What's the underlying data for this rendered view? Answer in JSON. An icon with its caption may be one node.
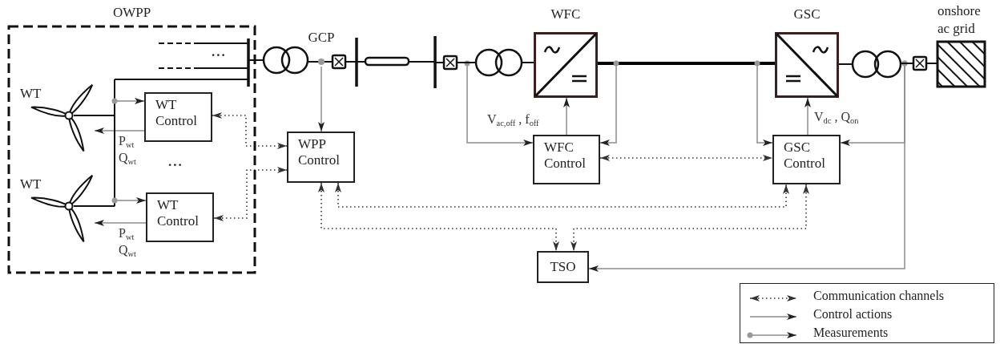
{
  "diagram": {
    "nodes": [
      {
        "text": [
          "OWPP"
        ]
      },
      {
        "text": [
          "WT"
        ],
        "in": 0
      },
      {
        "text": [
          "WT Control"
        ],
        "in": 0
      },
      {
        "text": [
          "WT"
        ],
        "in": 0
      },
      {
        "text": [
          "WT Control"
        ],
        "in": 0
      },
      {
        "text": [
          "GCP"
        ]
      },
      {
        "text": [
          "WPP Control"
        ]
      },
      {
        "text": [
          "WFC"
        ]
      },
      {
        "text": [
          "WFC Control"
        ]
      },
      {
        "text": [
          "GSC"
        ]
      },
      {
        "text": [
          "GSC Control"
        ]
      },
      {
        "text": [
          "onshore ac grid"
        ]
      },
      {
        "text": [
          "TSO"
        ]
      }
    ],
    "edges": [
      {
        "from": 2,
        "to": 6,
        "arrow": "both",
        "style": "dashed",
        "color": "#333333"
      },
      {
        "from": 4,
        "to": 6,
        "arrow": "both",
        "style": "dashed",
        "color": "#333333"
      },
      {
        "from": 6,
        "to": 10,
        "arrow": "both",
        "style": "dashed",
        "color": "#333333"
      },
      {
        "from": 6,
        "to": 12,
        "arrow": "both",
        "style": "dashed",
        "color": "#333333"
      },
      {
        "from": 8,
        "to": 10,
        "arrow": "both",
        "style": "dashed",
        "color": "#333333"
      },
      {
        "from": 10,
        "to": 12,
        "arrow": "both",
        "style": "dashed",
        "color": "#333333"
      },
      {
        "from": 1,
        "to": 2,
        "arrow": "to"
      },
      {
        "from": 3,
        "to": 4,
        "arrow": "to"
      },
      {
        "from": 5,
        "to": 6,
        "arrow": "to"
      },
      {
        "from": null,
        "to": 8,
        "arrow": "to"
      },
      {
        "from": 7,
        "to": 8,
        "arrow": "to"
      },
      {
        "from": 9,
        "to": 10,
        "arrow": "to"
      },
      {
        "from": null,
        "to": 10,
        "arrow": "to"
      },
      {
        "from": null,
        "to": 12,
        "arrow": "to"
      },
      {
        "from": 2,
        "to": 1,
        "arrow": "to",
        "label": "P$_{wt}$ Q$_{wt}$"
      },
      {
        "from": 4,
        "to": 3,
        "arrow": "to",
        "label": "P$_{wt}$ Q$_{wt}$"
      },
      {
        "from": 8,
        "to": 7,
        "arrow": "to",
        "label": "V$_{ac,off}$ , f$_{off}$"
      },
      {
        "from": 10,
        "to": 9,
        "arrow": "to",
        "label": "V$_{dc}$ , Q$_{on}$"
      },
      {
        "from": 7,
        "to": 9,
        "arrow": "none",
        "style": "thick",
        "color": "#000000"
      }
    ],
    "labels": [
      "...",
      "..."
    ],
    "legend": [
      {
        "text": "Communication channels"
      },
      {
        "text": "Control actions"
      },
      {
        "text": "Measurements"
      }
    ]
  }
}
